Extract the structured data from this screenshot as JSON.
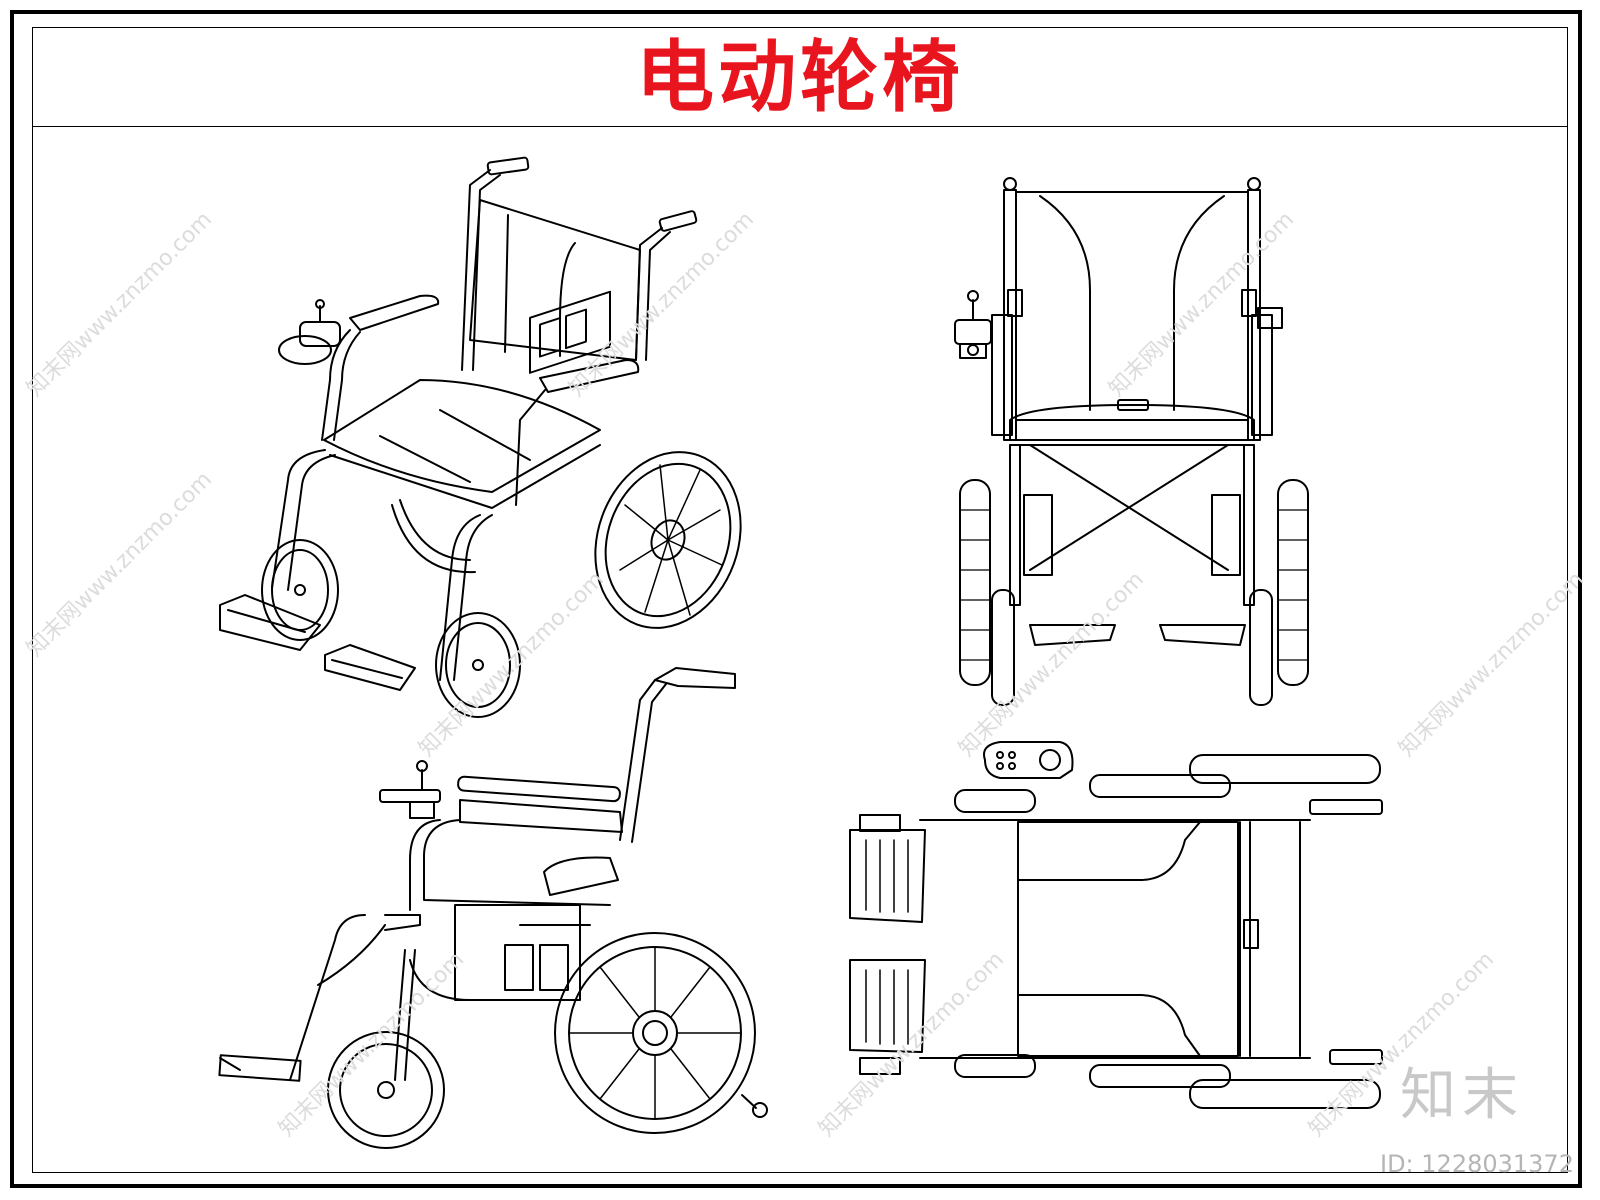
{
  "title": "电动轮椅",
  "watermark": {
    "site_text": "知末网www.znzmo.com",
    "logo_text": "知末",
    "id_text": "ID: 1228031372"
  },
  "colors": {
    "title": "#e8141e",
    "line": "#000000",
    "watermark": "#d8d8d8"
  }
}
